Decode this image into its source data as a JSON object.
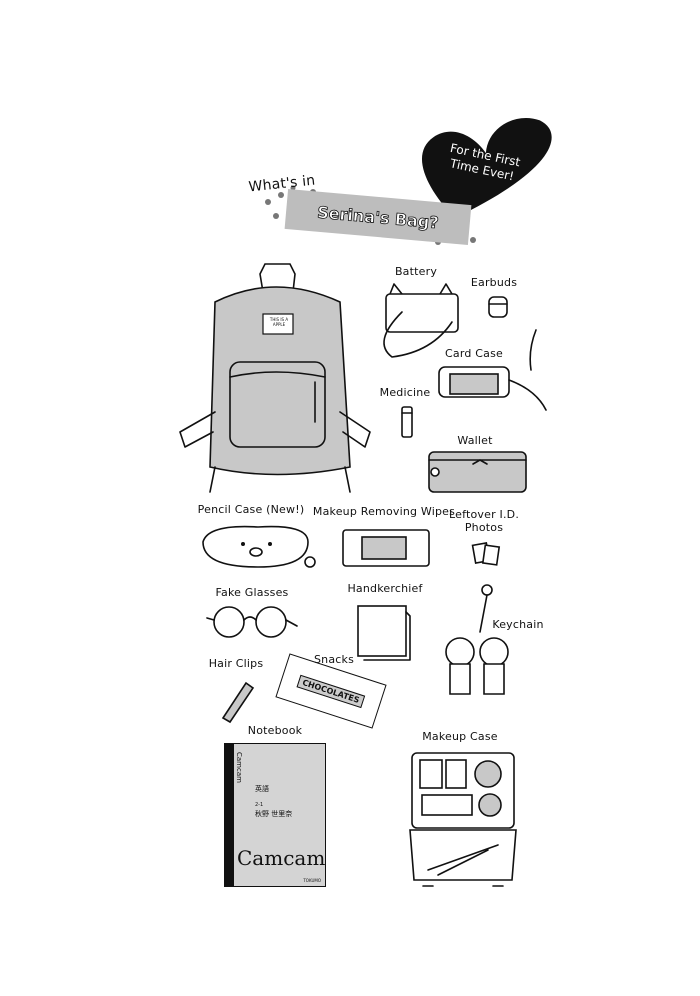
{
  "title": {
    "prefix": "What's in",
    "main": "Serina's Bag?",
    "badge": "For the First Time Ever!"
  },
  "colors": {
    "ink": "#111111",
    "tone": "#c8c8c8",
    "dots": "#777777"
  },
  "items": {
    "backpack_tag": "THIS IS A APPLE",
    "battery": "Battery",
    "earbuds": "Earbuds",
    "card_case": "Card Case",
    "medicine": "Medicine",
    "wallet": "Wallet",
    "pencil_case": "Pencil Case (New!)",
    "wipes": "Makeup Removing Wipes",
    "photos": "Leftover I.D. Photos",
    "glasses": "Fake Glasses",
    "handkerchief": "Handkerchief",
    "keychain": "Keychain",
    "hair_clips": "Hair Clips",
    "snacks": "Snacks",
    "snacks_box": "CHOCOLATES",
    "notebook": "Notebook",
    "makeup_case": "Makeup Case"
  },
  "notebook_cover": {
    "brand": "Camcam",
    "subject": "英語",
    "class": "2-1",
    "name": "秋野 世里奈",
    "maker": "TOKUMO"
  }
}
